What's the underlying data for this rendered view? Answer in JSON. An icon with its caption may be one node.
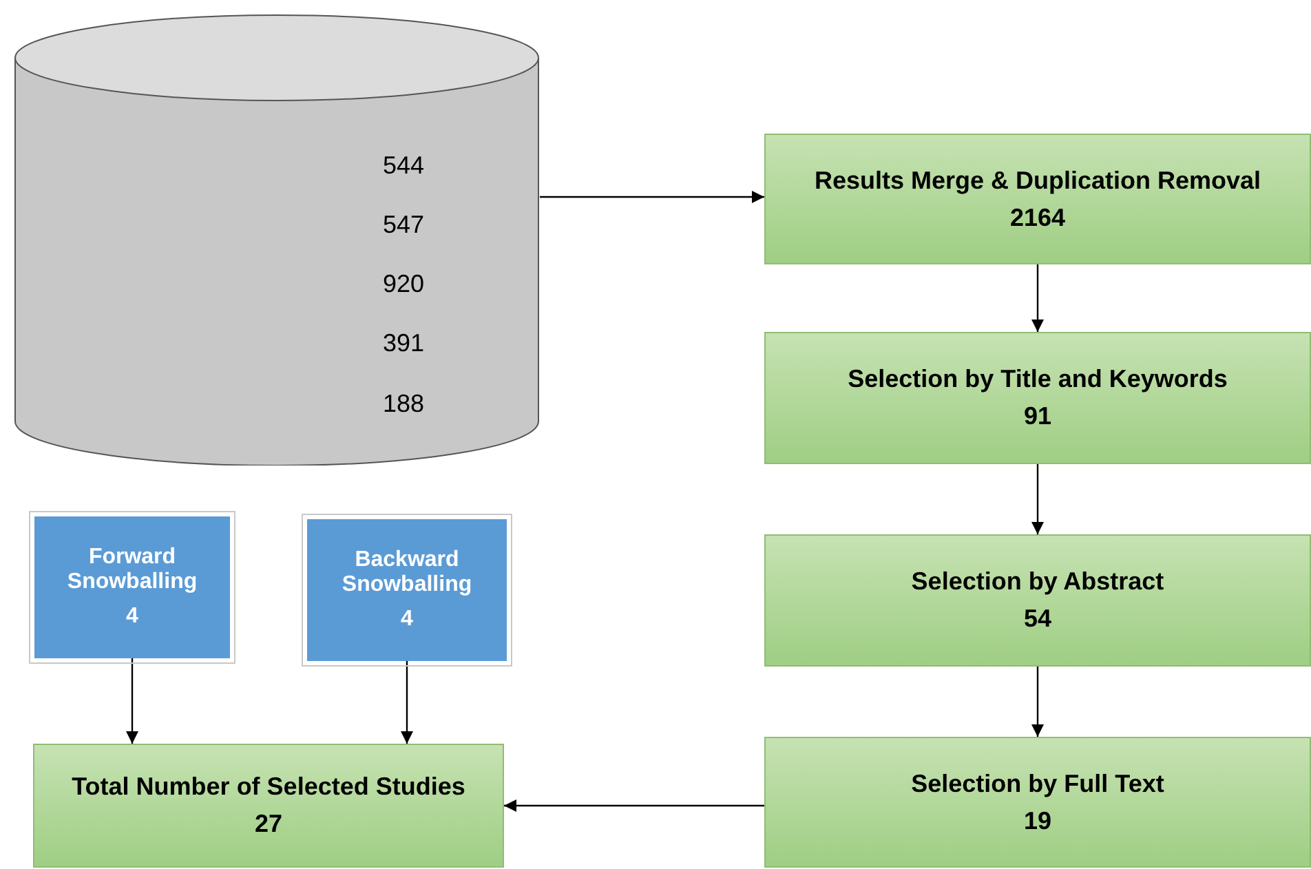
{
  "diagram": {
    "nodes": [
      {
        "text": [
          "544",
          "547",
          "920",
          "391",
          "188"
        ]
      },
      {
        "text": [
          "Results Merge & Duplication Removal",
          "2164"
        ]
      },
      {
        "text": [
          "Selection by Title and Keywords",
          "91"
        ]
      },
      {
        "text": [
          "Selection by Abstract",
          "54"
        ]
      },
      {
        "text": [
          "Selection by Full Text",
          "19"
        ]
      },
      {
        "text": [
          "Forward Snowballing",
          "4"
        ]
      },
      {
        "text": [
          "Backward Snowballing",
          "4"
        ]
      },
      {
        "text": [
          "Total Number of Selected Studies",
          "27"
        ]
      }
    ],
    "edges": [
      {
        "from": 0,
        "to": 1,
        "arrow": "to"
      },
      {
        "from": 1,
        "to": 2,
        "arrow": "to"
      },
      {
        "from": 2,
        "to": 3,
        "arrow": "to"
      },
      {
        "from": 3,
        "to": 4,
        "arrow": "to"
      },
      {
        "from": 4,
        "to": 7,
        "arrow": "to"
      },
      {
        "from": 5,
        "to": 7,
        "arrow": "to"
      },
      {
        "from": 6,
        "to": 7,
        "arrow": "to"
      }
    ]
  }
}
